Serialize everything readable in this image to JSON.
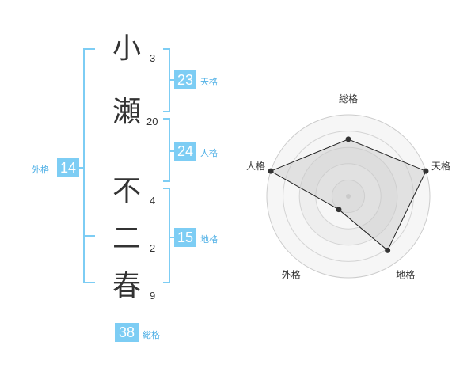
{
  "characters": [
    {
      "kanji": "小",
      "strokes": "3"
    },
    {
      "kanji": "瀬",
      "strokes": "20"
    },
    {
      "kanji": "不",
      "strokes": "4"
    },
    {
      "kanji": "二",
      "strokes": "2"
    },
    {
      "kanji": "春",
      "strokes": "9"
    }
  ],
  "kaku": {
    "tenkaku": {
      "value": "23",
      "label": "天格"
    },
    "jinkaku": {
      "value": "24",
      "label": "人格"
    },
    "chikaku": {
      "value": "15",
      "label": "地格"
    },
    "gaikaku": {
      "value": "14",
      "label": "外格"
    },
    "soukaku": {
      "value": "38",
      "label": "総格"
    }
  },
  "colors": {
    "accent": "#7dcdf4",
    "accent_text": "#4fb0e6",
    "ink": "#333333"
  },
  "chart_data": {
    "type": "radar",
    "axes": [
      "総格",
      "天格",
      "地格",
      "外格",
      "人格"
    ],
    "values": [
      0.7,
      1.0,
      0.82,
      0.2,
      1.0
    ],
    "max": 1.0,
    "rings": 5
  }
}
